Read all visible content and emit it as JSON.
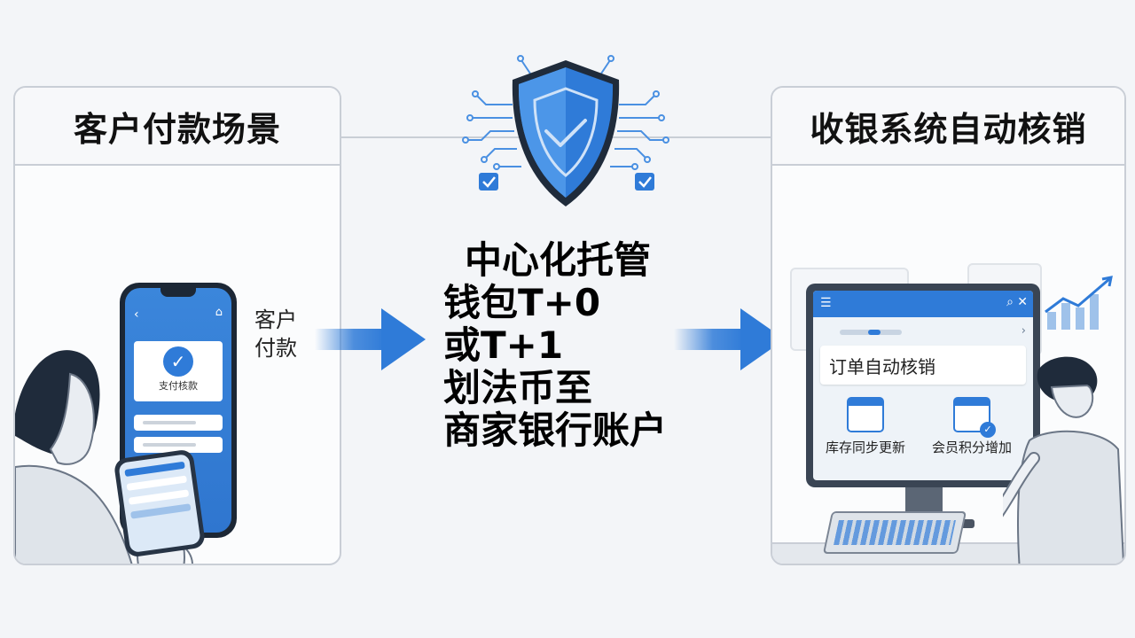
{
  "left_panel": {
    "title": "客户付款场景"
  },
  "phone": {
    "card_label": "支付核款"
  },
  "flow": {
    "customer_pay_label": "客户\n付款"
  },
  "center": {
    "lines": [
      "中心化托管",
      "钱包T+0",
      "或T+1",
      "划法币至",
      "商家银行账户"
    ]
  },
  "right_panel": {
    "title": "收银系统自动核销",
    "order_card_title": "订单自动核销",
    "feature_inventory": "库存同步更新",
    "feature_points": "会员积分增加"
  },
  "colors": {
    "accent": "#2f7bd8",
    "border": "#c9ced6",
    "background": "#f3f5f8"
  }
}
